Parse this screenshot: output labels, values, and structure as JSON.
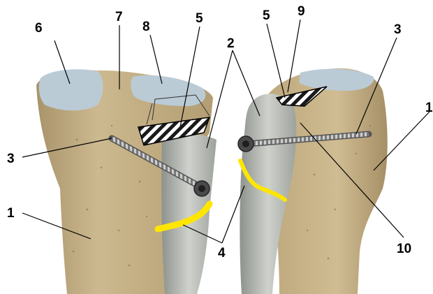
{
  "labels": {
    "l1_left": "1",
    "l1_right": "1",
    "l2": "2",
    "l3_left": "3",
    "l3_right": "3",
    "l4": "4",
    "l5_left": "5",
    "l5_right": "5",
    "l6": "6",
    "l7": "7",
    "l8": "8",
    "l9": "9",
    "l10": "10"
  },
  "colors": {
    "bone": "#c8b48a",
    "cartilage": "#b9ccd8",
    "fibula": "#b3b7b1",
    "highlight_line": "#ffe600",
    "screw": "#6d6d6d"
  }
}
